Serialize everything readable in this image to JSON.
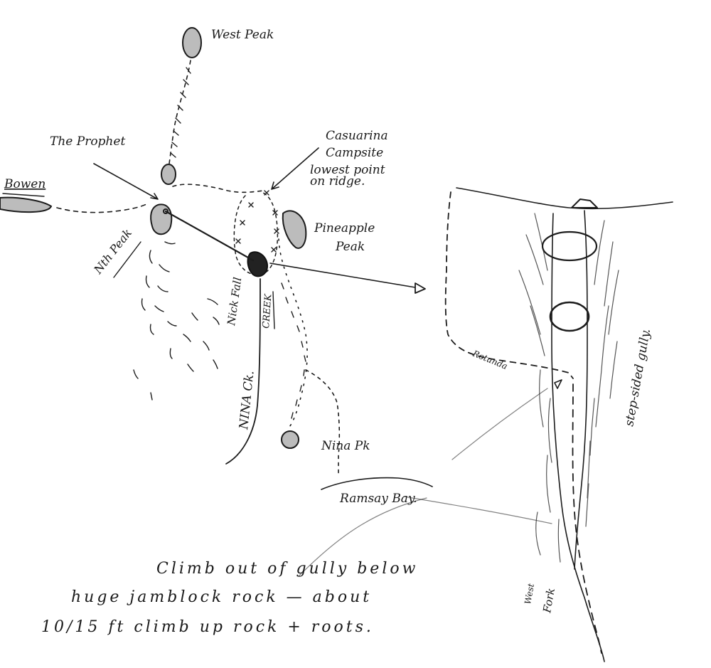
{
  "labels": {
    "west_peak": "West Peak",
    "the_prophet": "The Prophet",
    "bowen": "Bowen",
    "nth_peak": "Nth Peak",
    "casuarina_line1": "Casuarina",
    "casuarina_line2": "Campsite",
    "casuarina_line3": "lowest point",
    "casuarina_line4": "on ridge.",
    "pineapple_line1": "Pineapple",
    "pineapple_line2": "Peak",
    "nick_fall": "Nick Fall",
    "creek": "CREEK",
    "nina_ck": "NINA Ck.",
    "nina_pk": "Nina Pk",
    "rotunda": "Rotunda",
    "ramsay_bay": "Ramsay Bay.",
    "step_sided_gully": "step-sided gully.",
    "west_fork_line1": "West",
    "west_fork_line2": "Fork"
  },
  "note": {
    "line1": "Climb out of gully below",
    "line2": "huge jamblock rock — about",
    "line3": "10/15 ft climb up rock + roots."
  }
}
